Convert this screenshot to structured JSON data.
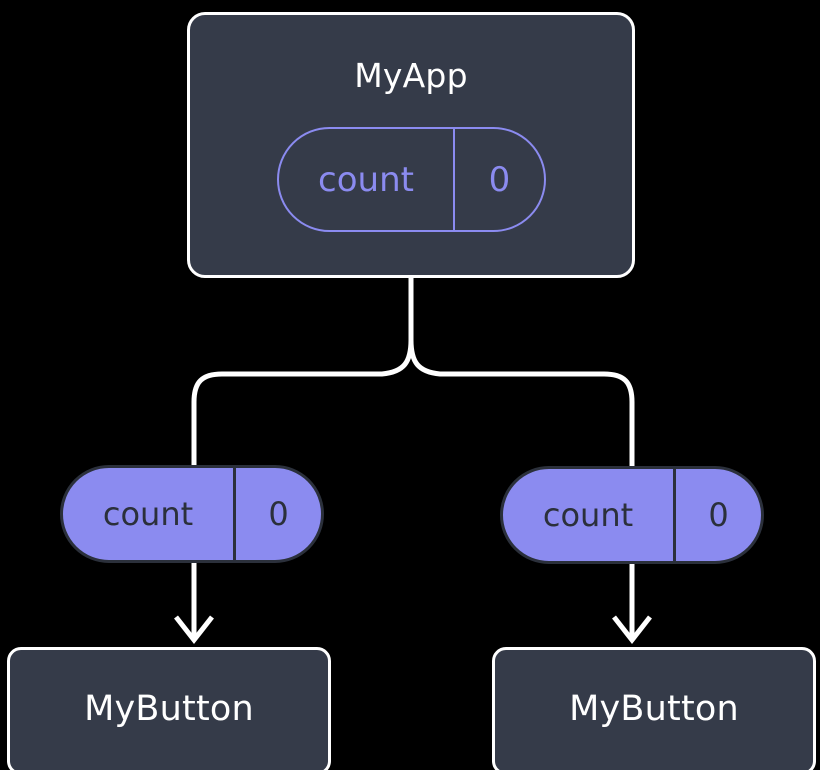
{
  "diagram": {
    "type": "component-state-tree",
    "background_color": "#000000",
    "accent_color": "#8b8bf0",
    "box_fill_color": "#353b49",
    "connector_color": "#ffffff"
  },
  "root": {
    "title": "MyApp",
    "state": {
      "key": "count",
      "value": "0"
    }
  },
  "branches": [
    {
      "prop": {
        "key": "count",
        "value": "0"
      },
      "child": {
        "title": "MyButton"
      }
    },
    {
      "prop": {
        "key": "count",
        "value": "0"
      },
      "child": {
        "title": "MyButton"
      }
    }
  ]
}
